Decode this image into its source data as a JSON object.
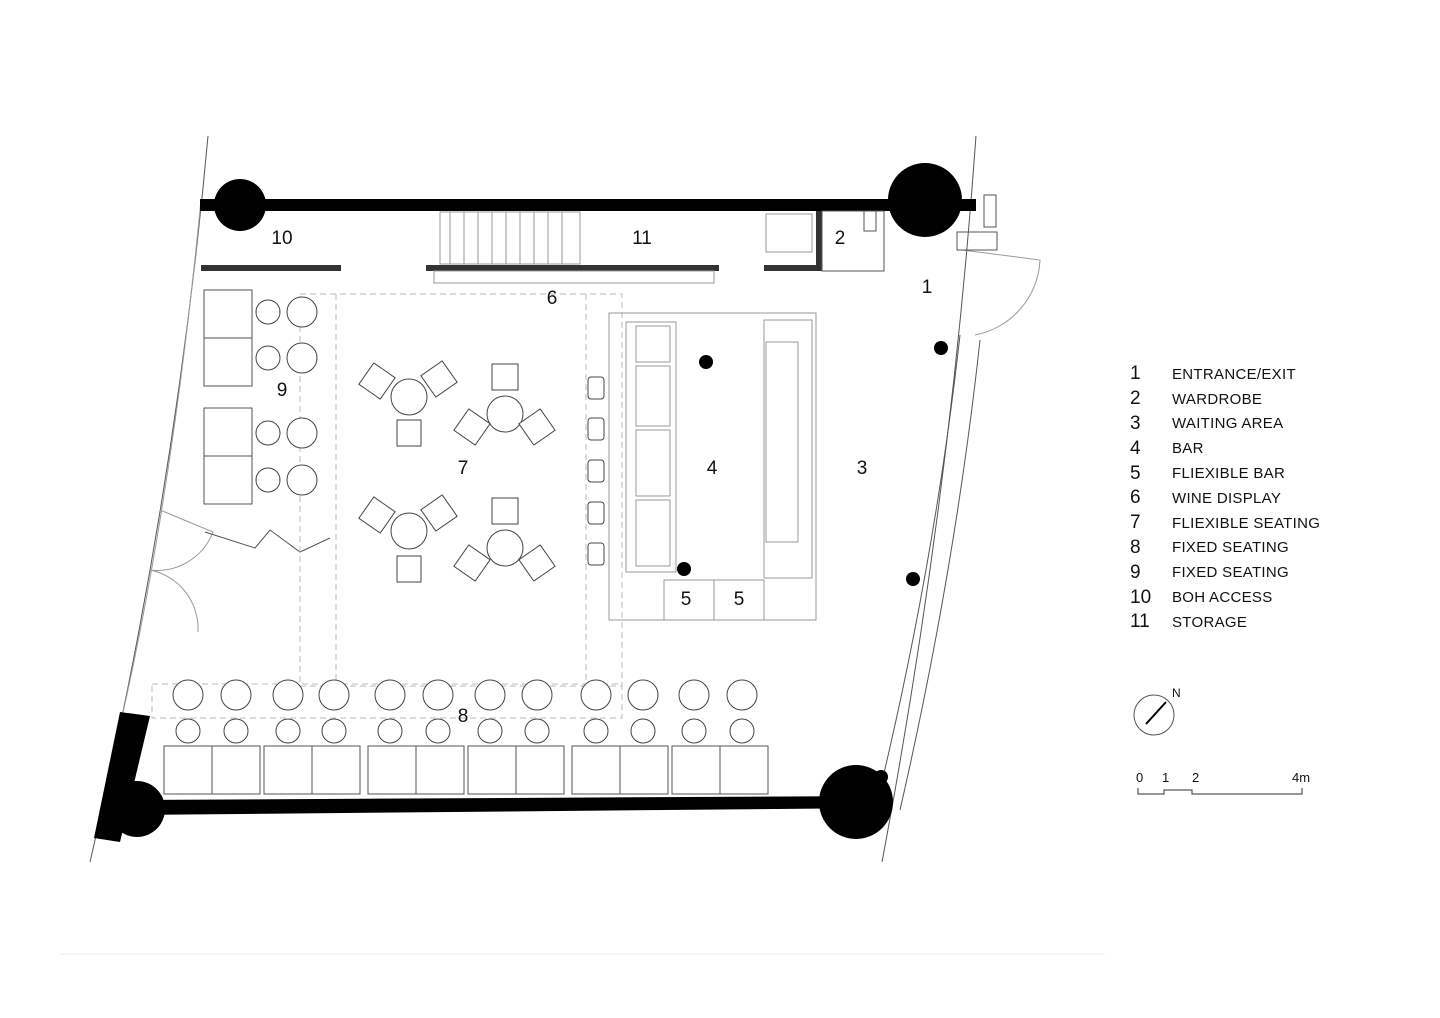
{
  "plan": {
    "room_labels": [
      {
        "key": "r1",
        "text": "1"
      },
      {
        "key": "r2",
        "text": "2"
      },
      {
        "key": "r3",
        "text": "3"
      },
      {
        "key": "r4",
        "text": "4"
      },
      {
        "key": "r5a",
        "text": "5"
      },
      {
        "key": "r5b",
        "text": "5"
      },
      {
        "key": "r6",
        "text": "6"
      },
      {
        "key": "r7",
        "text": "7"
      },
      {
        "key": "r8",
        "text": "8"
      },
      {
        "key": "r9",
        "text": "9"
      },
      {
        "key": "r10",
        "text": "10"
      },
      {
        "key": "r11",
        "text": "11"
      }
    ]
  },
  "legend": {
    "items": [
      {
        "num": "1",
        "label": "ENTRANCE/EXIT"
      },
      {
        "num": "2",
        "label": "WARDROBE"
      },
      {
        "num": "3",
        "label": "WAITING AREA"
      },
      {
        "num": "4",
        "label": "BAR"
      },
      {
        "num": "5",
        "label": "FLIEXIBLE BAR"
      },
      {
        "num": "6",
        "label": "WINE DISPLAY"
      },
      {
        "num": "7",
        "label": "FLIEXIBLE SEATING"
      },
      {
        "num": "8",
        "label": "FIXED SEATING"
      },
      {
        "num": "9",
        "label": "FIXED SEATING"
      },
      {
        "num": "10",
        "label": "BOH ACCESS"
      },
      {
        "num": "11",
        "label": "STORAGE"
      }
    ]
  },
  "compass": {
    "label": "N",
    "icon": "north-arrow-icon"
  },
  "scale_bar": {
    "labels": [
      "0",
      "1",
      "2",
      "4m"
    ]
  }
}
